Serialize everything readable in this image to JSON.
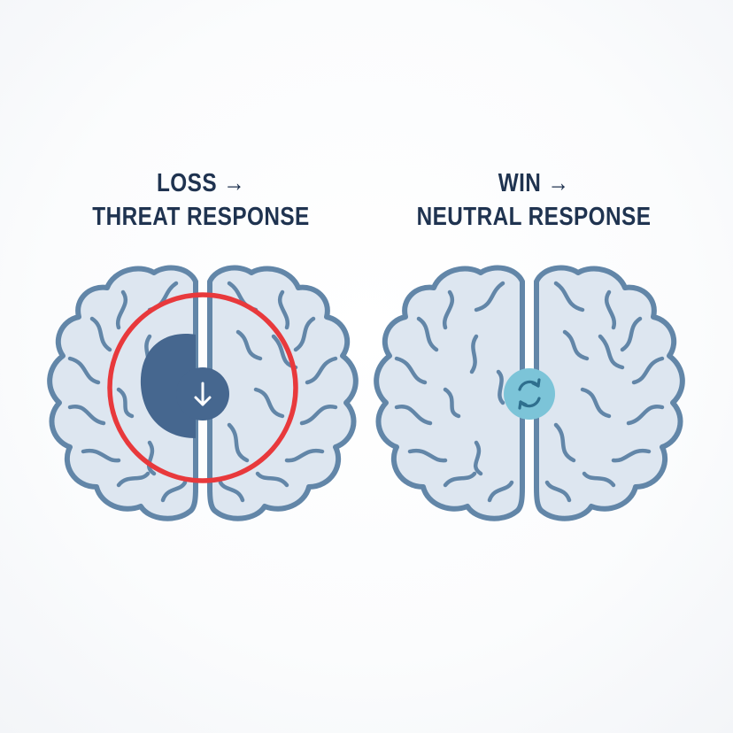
{
  "panels": [
    {
      "id": "loss",
      "title_line1": "LOSS →",
      "title_line2": "THREAT RESPONSE",
      "icon": "arrow-down-icon",
      "highlight_color": "#e8393c",
      "activation_color": "#46678f"
    },
    {
      "id": "win",
      "title_line1": "WIN →",
      "title_line2": "NEUTRAL RESPONSE",
      "icon": "refresh-cycle-icon",
      "activation_color": "#7cc4d8"
    }
  ],
  "colors": {
    "brain_fill": "#dde6f0",
    "brain_stroke": "#6286a8",
    "title": "#1f3350"
  }
}
